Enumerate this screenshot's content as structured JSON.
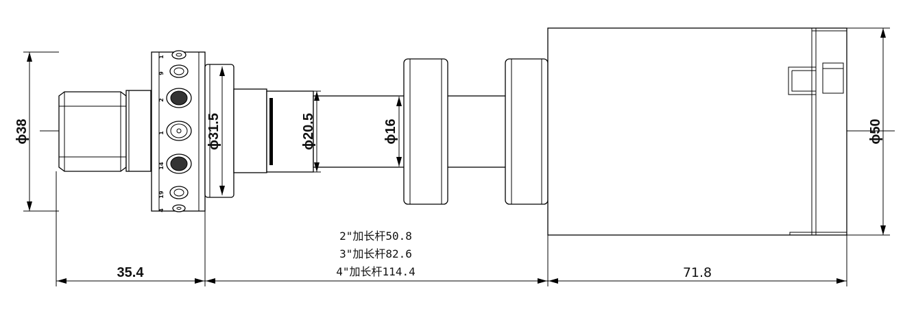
{
  "dimensions": {
    "dia_hex": "ϕ38",
    "dia_flange": "ϕ31.5",
    "dia_neck": "ϕ20.5",
    "dia_shaft": "ϕ16",
    "dia_body": "ϕ50",
    "len_head": "35.4",
    "len_body": "71.8"
  },
  "extension_notes": [
    "2\"加长杆50.8",
    "3\"加长杆82.6",
    "4\"加长杆114.4"
  ],
  "port_numbers": [
    "1",
    "9",
    "2",
    "1",
    "14",
    "19",
    "4"
  ]
}
